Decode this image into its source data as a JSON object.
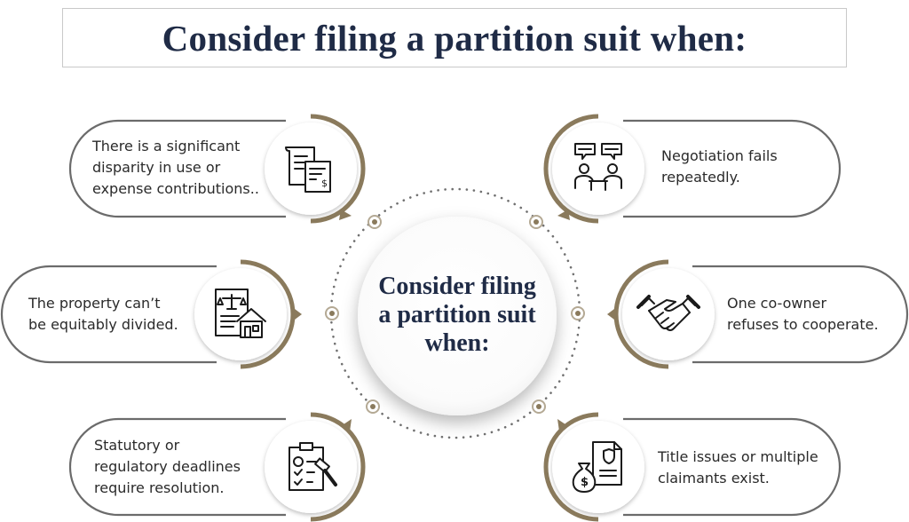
{
  "title": "Consider filing a partition suit when:",
  "center": {
    "lines": [
      "Consider filing",
      "a partition suit",
      "when:"
    ]
  },
  "items": [
    {
      "lines": [
        "There is a significant",
        "disparity in use or",
        "expense contributions.."
      ],
      "icon": "receipt-invoice-icon"
    },
    {
      "lines": [
        "The property can’t",
        "be equitably divided."
      ],
      "icon": "legal-document-house-icon"
    },
    {
      "lines": [
        "Statutory or",
        "regulatory deadlines",
        "require resolution."
      ],
      "icon": "clipboard-gavel-icon"
    },
    {
      "lines": [
        "Negotiation fails",
        "repeatedly."
      ],
      "icon": "negotiation-people-icon"
    },
    {
      "lines": [
        "One co-owner",
        "refuses to cooperate."
      ],
      "icon": "handshake-icon"
    },
    {
      "lines": [
        "Title issues or multiple",
        "claimants exist."
      ],
      "icon": "money-bag-document-icon"
    }
  ],
  "colors": {
    "title": "#1f2b46",
    "accent": "#8a7a5c",
    "outline": "#6b6b6b"
  }
}
